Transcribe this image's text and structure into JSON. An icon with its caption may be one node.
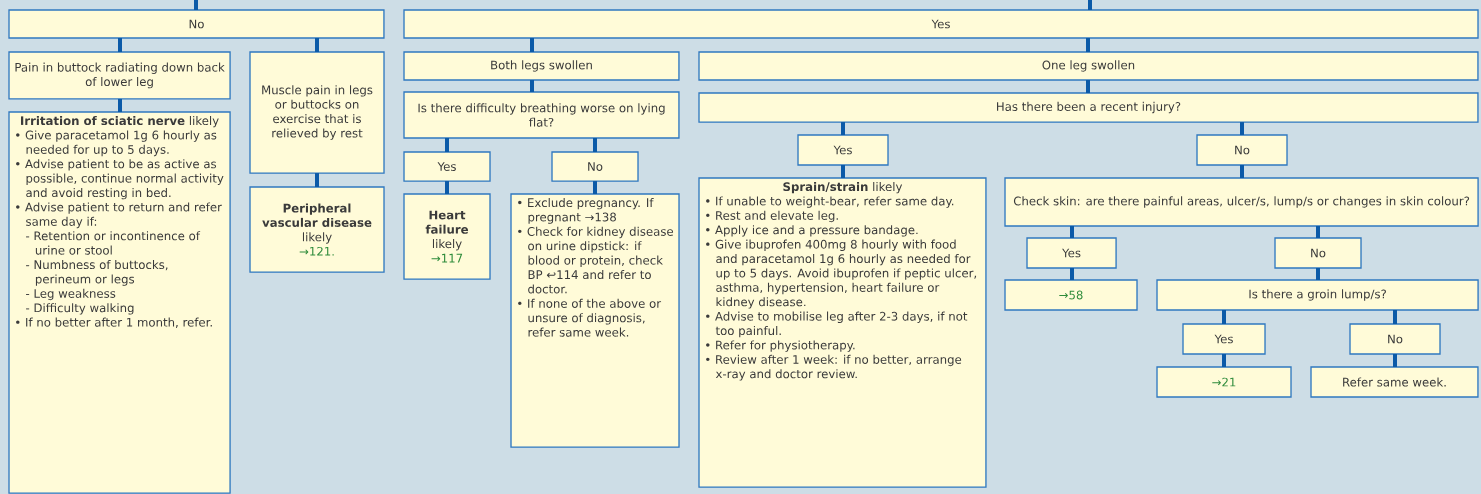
{
  "diagram": {
    "nodes": [
      {
        "text": [
          "No"
        ]
      },
      {
        "text": [
          "Yes"
        ]
      },
      {
        "text": [
          "Pain in buttock radiating down back of lower leg"
        ]
      },
      {
        "text": [
          "Muscle pain in legs or buttocks on exercise that is relieved by rest"
        ]
      },
      {
        "text": [
          "**Irritation of sciatic nerve** likely",
          "• Give paracetamol 1g 6 hourly as needed for up to 5 days.",
          "• Advise patient to be as active as possible, continue normal activity and avoid resting in bed.",
          "• Advise patient to return and refer same day if:",
          "- Retention or incontinence of urine or stool",
          "- Numbness of buttocks, perineum or legs",
          "- Leg weakness",
          "- Difficulty walking",
          "• If no better after 1 month, refer."
        ]
      },
      {
        "text": [
          "**Peripheral vascular disease** likely",
          "→121."
        ]
      },
      {
        "text": [
          "Both legs swollen"
        ]
      },
      {
        "text": [
          "Is there difficulty breathing worse on lying flat?"
        ]
      },
      {
        "text": [
          "Yes"
        ]
      },
      {
        "text": [
          "No"
        ]
      },
      {
        "text": [
          "**Heart failure** likely",
          "→117"
        ]
      },
      {
        "text": [
          "• Exclude pregnancy. If pregnant →138",
          "• Check for kidney disease on urine dipstick: if blood or protein, check BP ↩114 and refer to doctor.",
          "• If none of the above or unsure of diagnosis, refer same week."
        ]
      },
      {
        "text": [
          "One leg swollen"
        ]
      },
      {
        "text": [
          "Has there been a recent injury?"
        ]
      },
      {
        "text": [
          "Yes"
        ]
      },
      {
        "text": [
          "No"
        ]
      },
      {
        "text": [
          "**Sprain/strain** likely",
          "• If unable to weight-bear, refer same day.",
          "• Rest and elevate leg.",
          "• Apply ice and a pressure bandage.",
          "• Give ibuprofen 400mg 8 hourly with food and paracetamol 1g 6 hourly as needed for up to 5 days. Avoid ibuprofen if peptic ulcer, asthma, hypertension, heart failure or kidney disease.",
          "• Advise to mobilise leg after 2-3 days, if not too painful.",
          "• Refer for physiotherapy.",
          "• Review after 1 week: if no better, arrange x-ray and doctor review."
        ]
      },
      {
        "text": [
          "Check skin: are there painful areas, ulcer/s, lump/s or changes in skin colour?"
        ]
      },
      {
        "text": [
          "Yes"
        ]
      },
      {
        "text": [
          "No"
        ]
      },
      {
        "text": [
          "→58"
        ]
      },
      {
        "text": [
          "Is there a groin lump/s?"
        ]
      },
      {
        "text": [
          "Yes"
        ]
      },
      {
        "text": [
          "No"
        ]
      },
      {
        "text": [
          "→21"
        ]
      },
      {
        "text": [
          "Refer same week."
        ]
      }
    ],
    "edges": [
      {
        "from": null,
        "to": 0,
        "arrow": "none"
      },
      {
        "from": null,
        "to": 1,
        "arrow": "none"
      },
      {
        "from": 0,
        "to": 2,
        "arrow": "none"
      },
      {
        "from": 0,
        "to": 3,
        "arrow": "none"
      },
      {
        "from": 2,
        "to": 4,
        "arrow": "none"
      },
      {
        "from": 3,
        "to": 5,
        "arrow": "none"
      },
      {
        "from": 1,
        "to": 6,
        "arrow": "none"
      },
      {
        "from": 1,
        "to": 12,
        "arrow": "none"
      },
      {
        "from": 6,
        "to": 7,
        "arrow": "none"
      },
      {
        "from": 7,
        "to": 8,
        "arrow": "none"
      },
      {
        "from": 7,
        "to": 9,
        "arrow": "none"
      },
      {
        "from": 8,
        "to": 10,
        "arrow": "none"
      },
      {
        "from": 9,
        "to": 11,
        "arrow": "none"
      },
      {
        "from": 12,
        "to": 13,
        "arrow": "none"
      },
      {
        "from": 13,
        "to": 14,
        "arrow": "none"
      },
      {
        "from": 13,
        "to": 15,
        "arrow": "none"
      },
      {
        "from": 14,
        "to": 16,
        "arrow": "none"
      },
      {
        "from": 15,
        "to": 17,
        "arrow": "none"
      },
      {
        "from": 17,
        "to": 18,
        "arrow": "none"
      },
      {
        "from": 17,
        "to": 19,
        "arrow": "none"
      },
      {
        "from": 18,
        "to": 20,
        "arrow": "none"
      },
      {
        "from": 19,
        "to": 21,
        "arrow": "none"
      },
      {
        "from": 21,
        "to": 22,
        "arrow": "none"
      },
      {
        "from": 21,
        "to": 23,
        "arrow": "none"
      },
      {
        "from": 22,
        "to": 24,
        "arrow": "none"
      },
      {
        "from": 23,
        "to": 25,
        "arrow": "none"
      }
    ]
  }
}
